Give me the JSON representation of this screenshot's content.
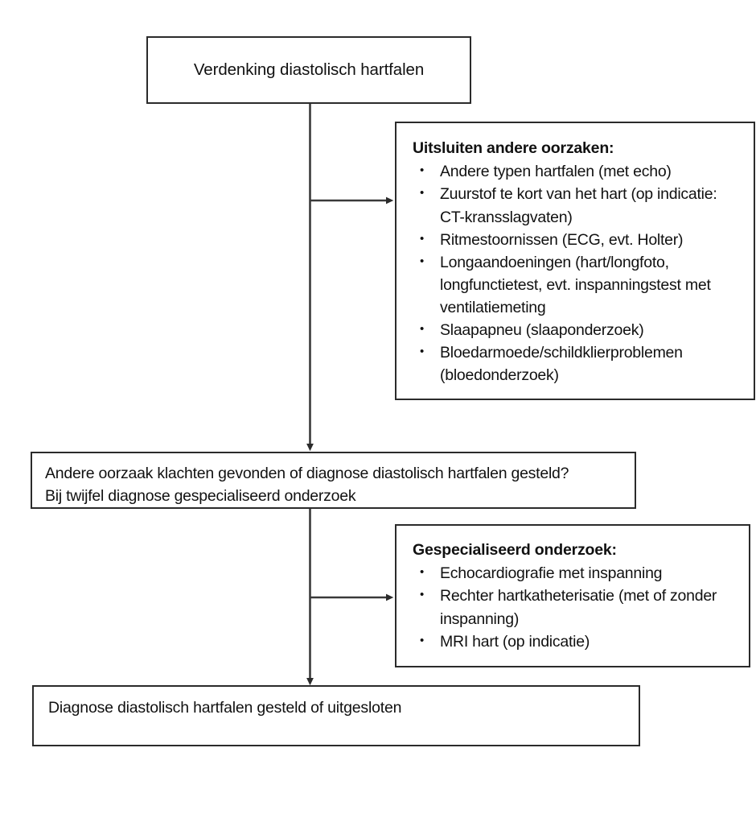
{
  "diagram": {
    "title": "Verdenking diastolisch hartfalen – diagnostisch stroomschema",
    "language": "nl",
    "colors": {
      "background": "#ffffff",
      "box_border": "#2b2b2b",
      "connector": "#3a3a3a",
      "text": "#111111"
    },
    "nodes": {
      "start": {
        "label": "Verdenking diastolisch hartfalen"
      },
      "exclude_causes": {
        "heading": "Uitsluiten andere oorzaken:",
        "bullets": [
          "Andere typen hartfalen (met echo)",
          "Zuurstof te kort van het hart (op indicatie: CT-kransslagvaten)",
          "Ritmestoornissen (ECG, evt. Holter)",
          "Longaandoeningen (hart/longfoto, longfunctietest, evt. inspanningstest met ventilatiemeting",
          "Slaapapneu (slaaponderzoek)",
          "Bloedarmoede/schildklierproblemen (bloedonderzoek)"
        ]
      },
      "decision": {
        "line1": "Andere oorzaak klachten gevonden of diagnose diastolisch hartfalen gesteld?",
        "line2": "Bij twijfel diagnose gespecialiseerd onderzoek"
      },
      "specialist": {
        "heading": "Gespecialiseerd onderzoek:",
        "bullets": [
          "Echocardiografie met inspanning",
          "Rechter hartkatheterisatie (met of zonder inspanning)",
          "MRI hart (op indicatie)"
        ]
      },
      "conclusion": {
        "label": "Diagnose diastolisch hartfalen gesteld of uitgesloten"
      }
    },
    "connectors": {
      "bullet_glyph": "•",
      "start_to_decision": "vertical-line-with-arrowhead",
      "branch_to_exclude_causes": "horizontal-arrow-right",
      "decision_to_conclusion": "vertical-line-with-arrowhead",
      "branch_to_specialist": "horizontal-arrow-right"
    }
  }
}
